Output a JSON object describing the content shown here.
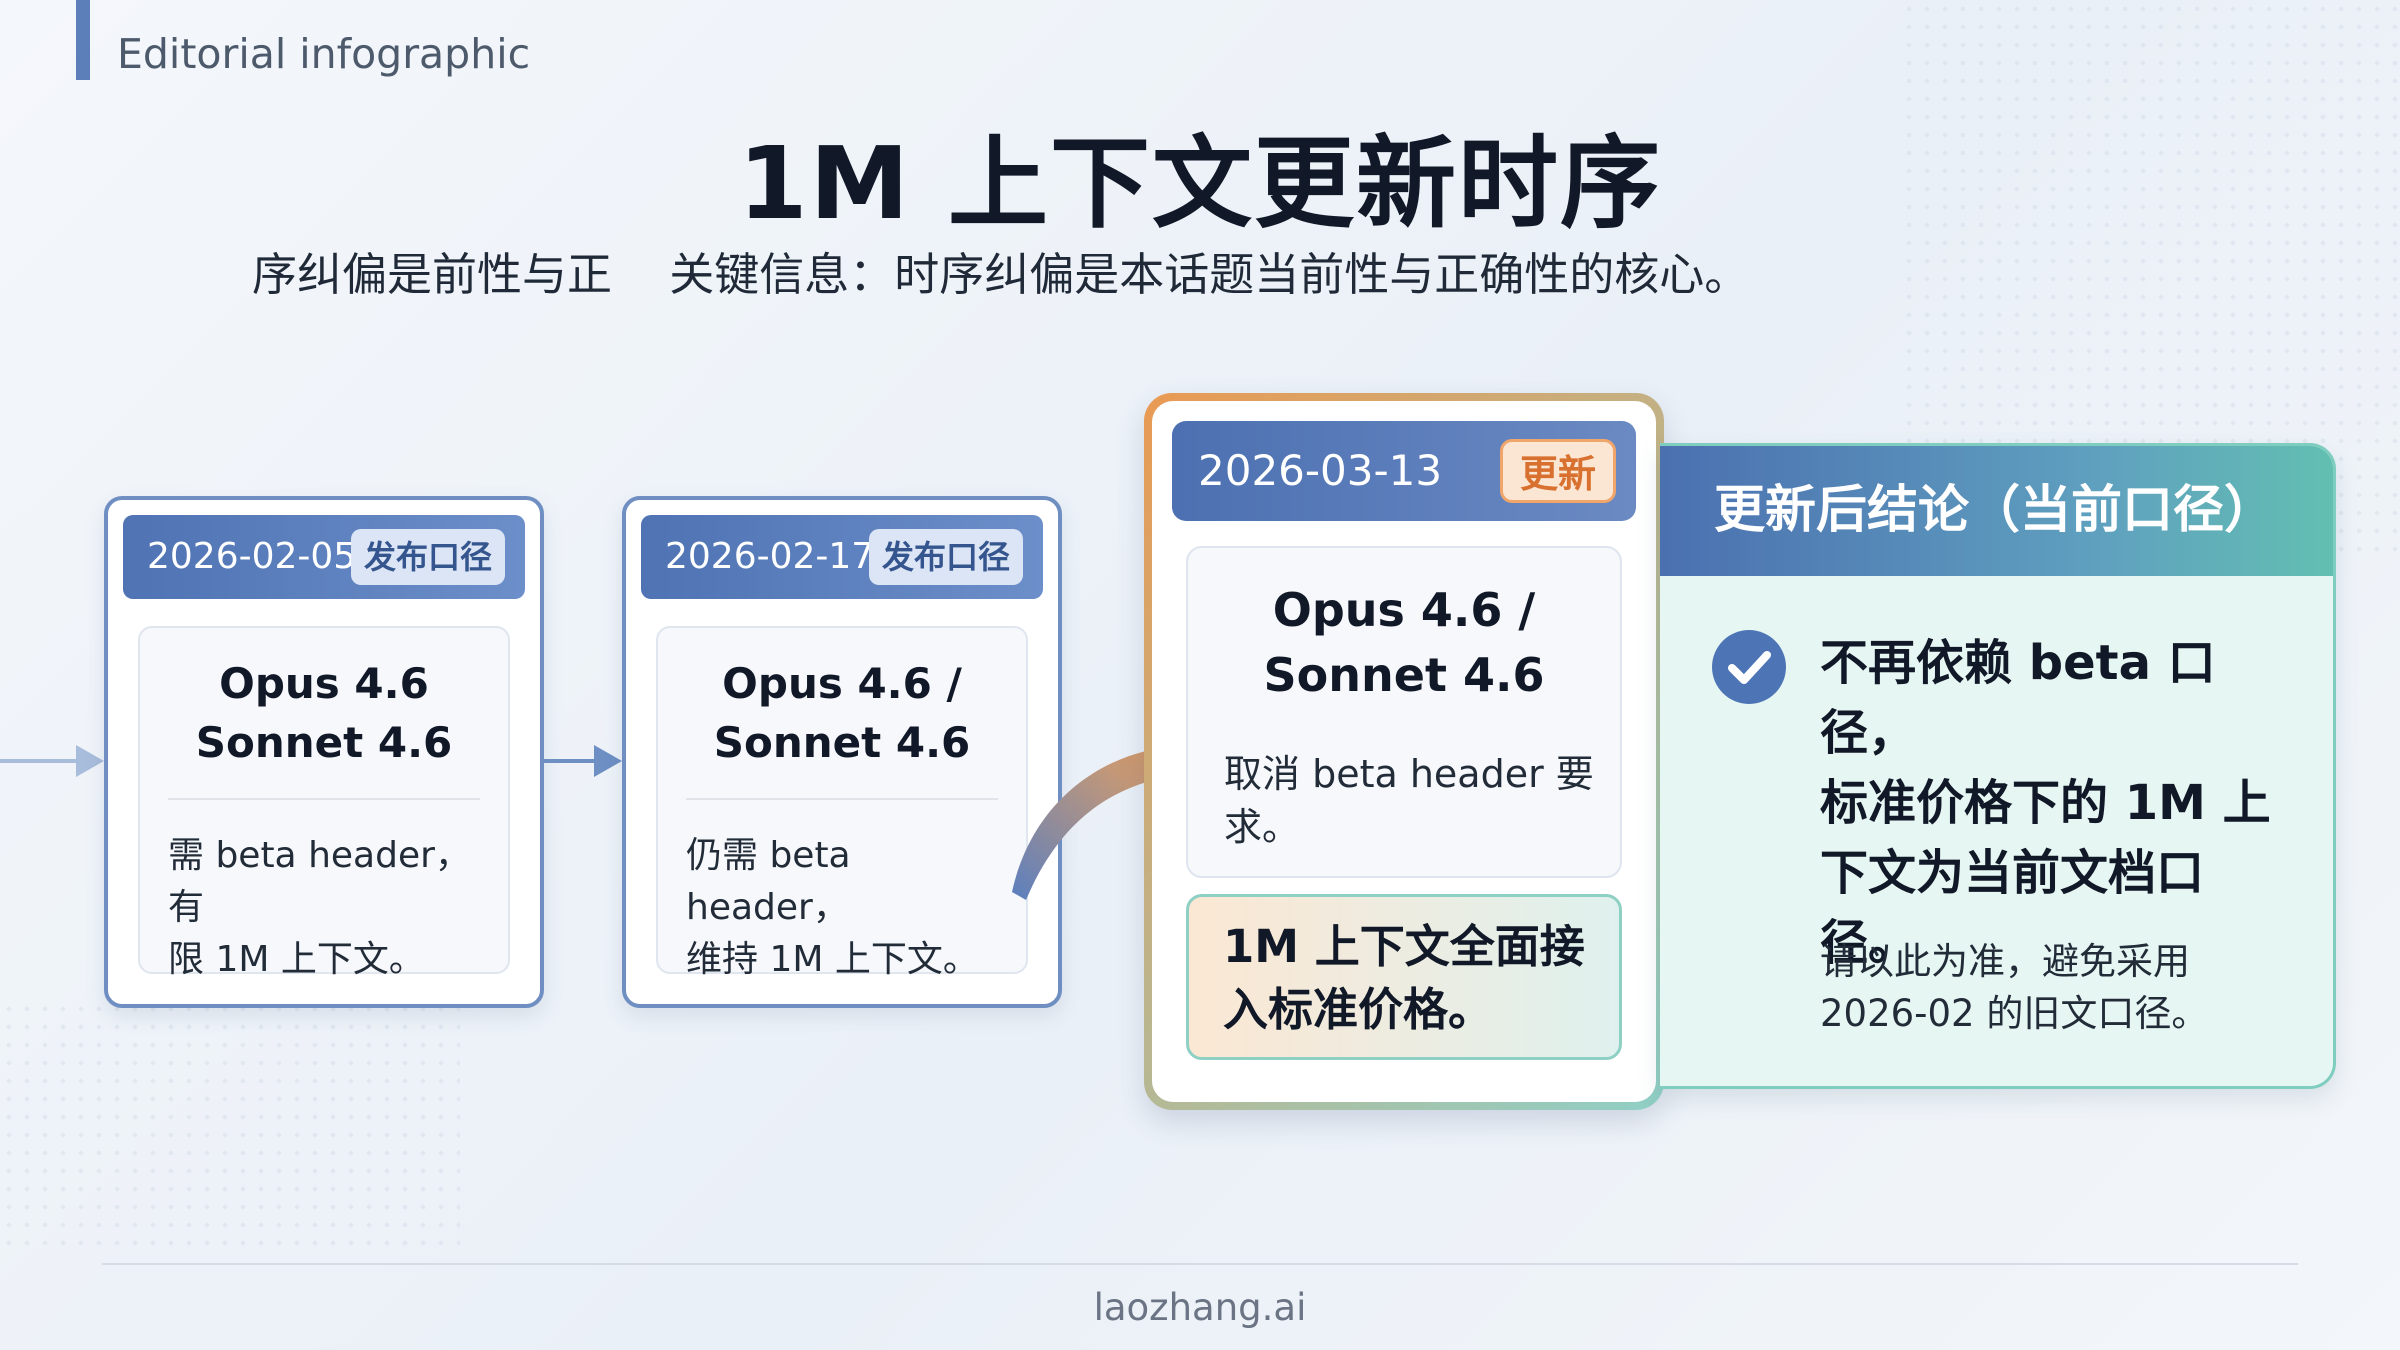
{
  "header": {
    "tag": "Editorial infographic"
  },
  "title": "1M 上下文更新时序",
  "subtitle": "序纠偏是前性与正    关键信息：时序纠偏是本话题当前性与正确性的核心。",
  "timeline": {
    "cards": [
      {
        "date": "2026-02-05",
        "badge": "发布口径",
        "model_line1": "Opus 4.6",
        "model_line2": "Sonnet 4.6",
        "note_line1": "需 beta header，有",
        "note_line2": "限 1M 上下文。"
      },
      {
        "date": "2026-02-17",
        "badge": "发布口径",
        "model_line1": "Opus 4.6 /",
        "model_line2": "Sonnet 4.6",
        "note_line1": "仍需 beta header，",
        "note_line2": "维持 1M 上下文。"
      }
    ],
    "highlight": {
      "date": "2026-03-13",
      "badge": "更新",
      "model_line1": "Opus 4.6 /",
      "model_line2": "Sonnet 4.6",
      "note_line1": "取消 beta header 要",
      "note_line2": "求。",
      "highlight_line1": "1M 上下文全面接",
      "highlight_line2": "入标准价格。"
    }
  },
  "conclusion": {
    "title": "更新后结论（当前口径）",
    "main_lines": [
      "不再依赖 beta 口径，",
      "标准价格下的 1M 上",
      "下文为当前文档口",
      "径。"
    ],
    "sub_lines": [
      "请以此为准，避免采用",
      "2026-02 的旧文口径。"
    ]
  },
  "footer": "laozhang.ai",
  "colors": {
    "primary_blue": "#4f73b3",
    "accent_orange": "#e99a52",
    "accent_teal": "#7fcdbf"
  },
  "icons": {
    "conclusion_check": "check-circle-icon"
  }
}
